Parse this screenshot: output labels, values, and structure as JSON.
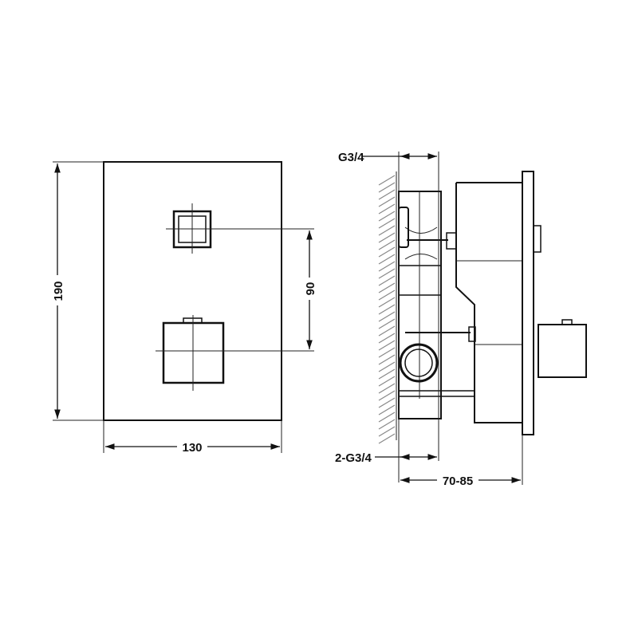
{
  "front_view": {
    "width_label": "130",
    "height_label": "190",
    "spacing_label": "90"
  },
  "side_view": {
    "top_inlet_label": "G3/4",
    "bottom_inlet_label": "2-G3/4",
    "depth_label": "70-85"
  },
  "colors": {
    "line": "#111111",
    "background": "#ffffff"
  }
}
